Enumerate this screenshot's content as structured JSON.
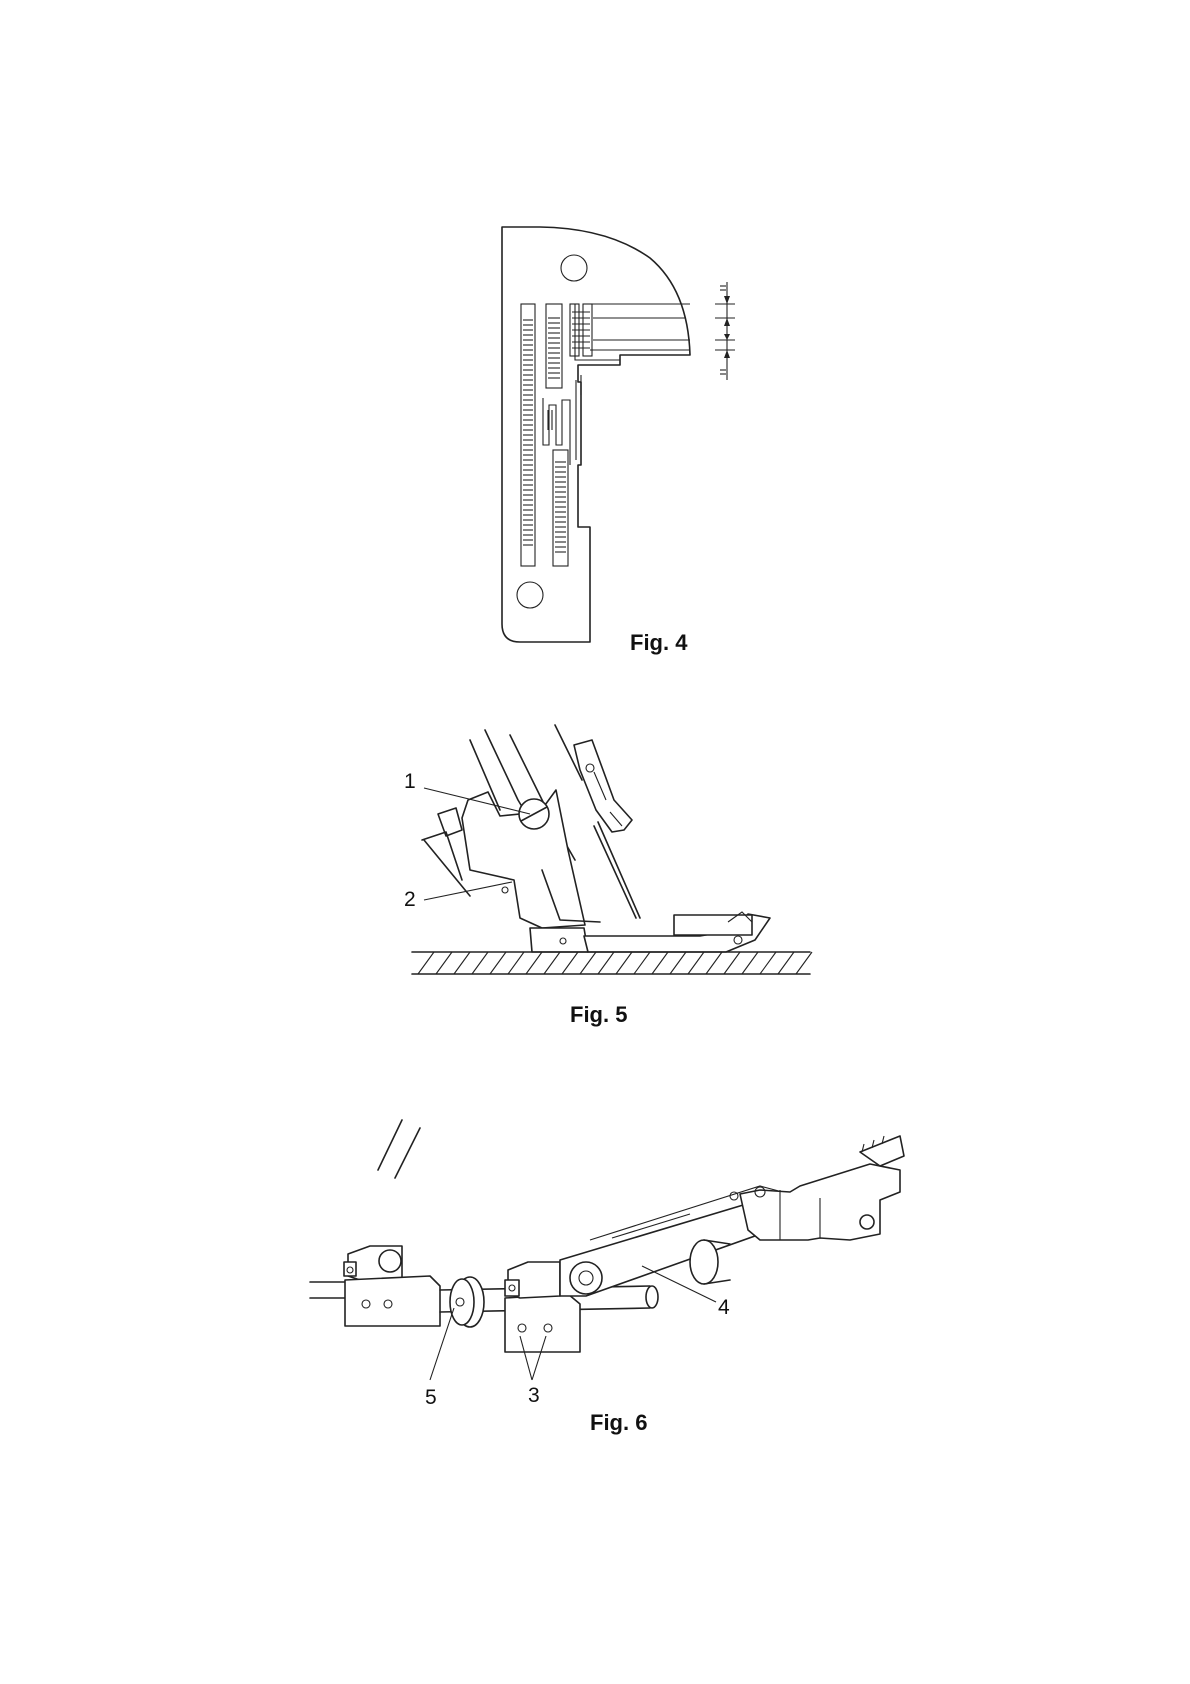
{
  "figures": [
    {
      "caption": "Fig. 4"
    },
    {
      "caption": "Fig. 5",
      "callouts": [
        "1",
        "2"
      ]
    },
    {
      "caption": "Fig. 6",
      "callouts": [
        "3",
        "4",
        "5"
      ]
    }
  ]
}
